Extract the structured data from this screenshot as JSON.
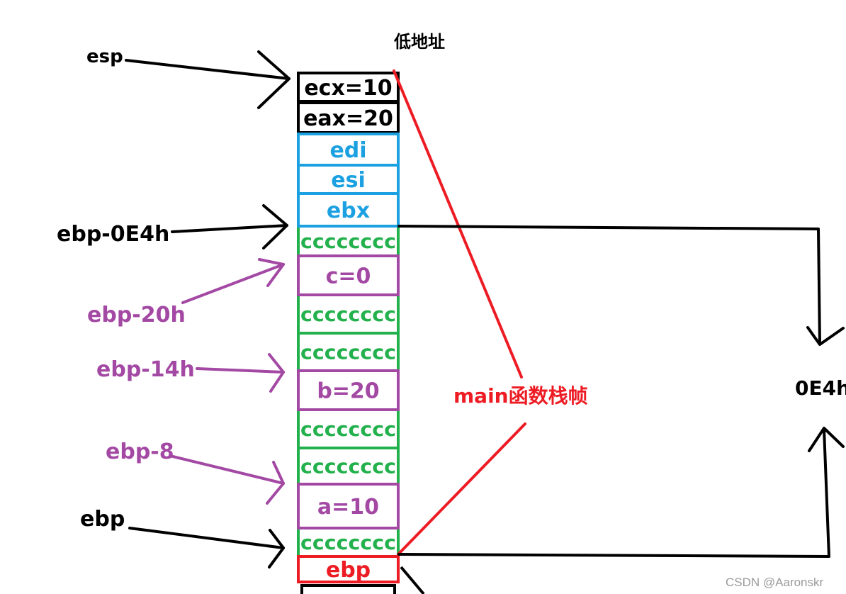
{
  "top_label": "低地址",
  "cells": [
    {
      "text": "ecx=10",
      "kind": "reg_saved"
    },
    {
      "text": "eax=20",
      "kind": "reg_saved"
    },
    {
      "text": "edi",
      "kind": "reg_pushed"
    },
    {
      "text": "esi",
      "kind": "reg_pushed"
    },
    {
      "text": "ebx",
      "kind": "reg_pushed"
    },
    {
      "text": "cccccccc",
      "kind": "fill"
    },
    {
      "text": "c=0",
      "kind": "local"
    },
    {
      "text": "cccccccc",
      "kind": "fill"
    },
    {
      "text": "cccccccc",
      "kind": "fill"
    },
    {
      "text": "b=20",
      "kind": "local"
    },
    {
      "text": "cccccccc",
      "kind": "fill"
    },
    {
      "text": "cccccccc",
      "kind": "fill"
    },
    {
      "text": "a=10",
      "kind": "local"
    },
    {
      "text": "cccccccc",
      "kind": "fill"
    },
    {
      "text": "ebp",
      "kind": "frame_base"
    }
  ],
  "pointers": [
    {
      "label": "esp",
      "target_cell": 0,
      "color": "black"
    },
    {
      "label": "ebp-0E4h",
      "target_cell": 5,
      "color": "black"
    },
    {
      "label": "ebp-20h",
      "target_cell": 6,
      "color": "purple"
    },
    {
      "label": "ebp-14h",
      "target_cell": 9,
      "color": "purple"
    },
    {
      "label": "ebp-8",
      "target_cell": 12,
      "color": "purple"
    },
    {
      "label": "ebp",
      "target_cell": 13,
      "color": "black"
    }
  ],
  "frame_label": "main函数栈帧",
  "size_label": "0E4h",
  "watermark": "CSDN @Aaronskr",
  "colors": {
    "black": "#000000",
    "blue": "#1ba1e2",
    "green": "#22b14c",
    "purple": "#a349a4",
    "red": "#ed1c24",
    "gray": "#9a9a9a"
  }
}
